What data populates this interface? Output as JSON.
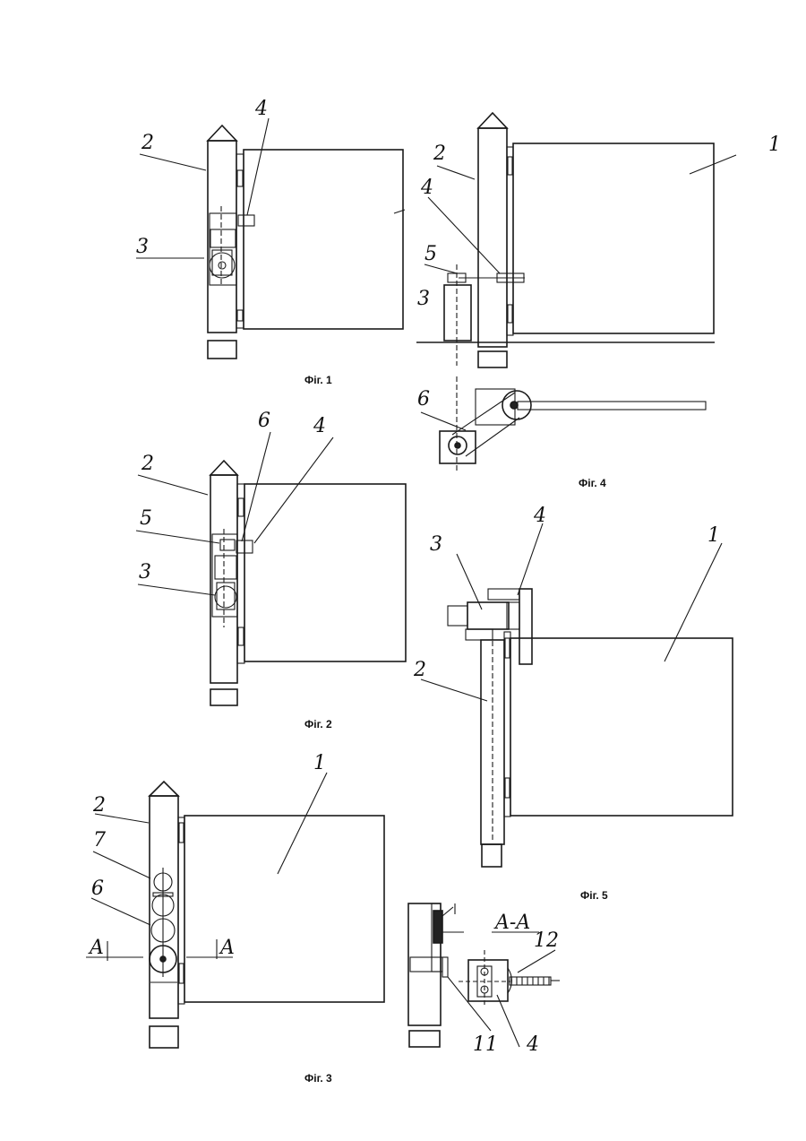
{
  "figures": [
    {
      "id": "fig1",
      "caption": "Фіг. 1",
      "labels": [
        "2",
        "3",
        "4"
      ]
    },
    {
      "id": "fig2",
      "caption": "Фіг. 2",
      "labels": [
        "2",
        "5",
        "3",
        "6",
        "4"
      ]
    },
    {
      "id": "fig3",
      "caption": "Фіг. 3",
      "labels": [
        "2",
        "7",
        "6",
        "1",
        "A",
        "A"
      ]
    },
    {
      "id": "fig4",
      "caption": "Фіг. 4",
      "labels": [
        "2",
        "4",
        "5",
        "3",
        "1",
        "6"
      ]
    },
    {
      "id": "fig5",
      "caption": "Фіг. 5",
      "labels": [
        "3",
        "4",
        "1",
        "2"
      ]
    },
    {
      "id": "section",
      "caption": "",
      "labels": [
        "A-A",
        "12",
        "11",
        "4"
      ]
    }
  ]
}
